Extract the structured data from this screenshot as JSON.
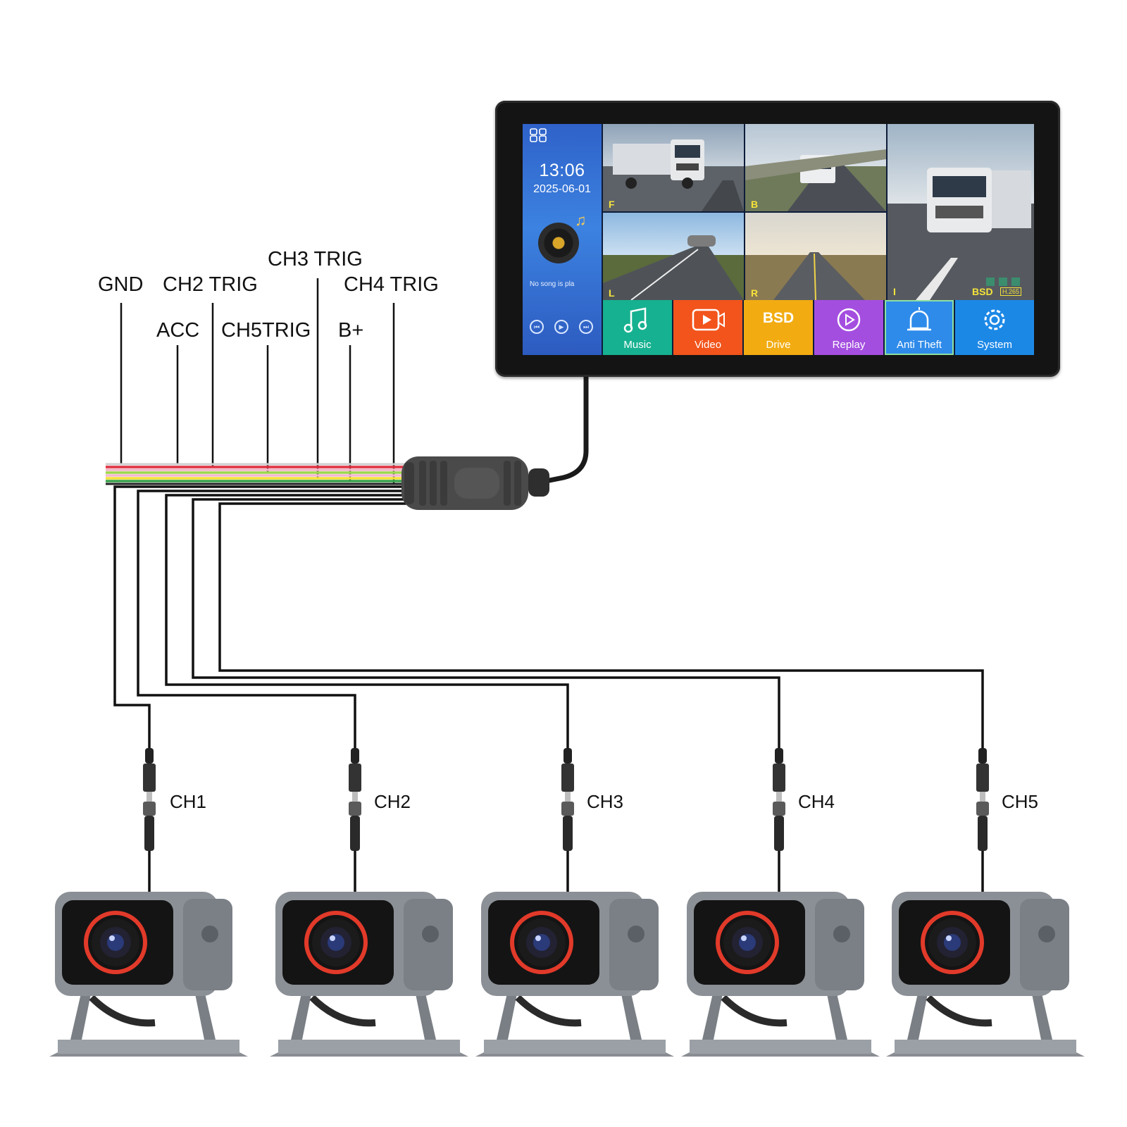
{
  "wiring": {
    "labels": {
      "gnd": "GND",
      "ch2_trig": "CH2 TRIG",
      "acc": "ACC",
      "ch5_trig": "CH5TRIG",
      "ch3_trig": "CH3 TRIG",
      "b_plus": "B+",
      "ch4_trig": "CH4 TRIG"
    },
    "wire_colors": {
      "gnd": "#222222",
      "acc": "#e03040",
      "ch2": "#f2b6c6",
      "ch5": "#9cd84a",
      "ch3": "#f3b8d0",
      "b_plus": "#f3e33a",
      "ch4": "#3aa24a"
    }
  },
  "monitor": {
    "sidebar": {
      "time": "13:06",
      "date": "2025-06-01",
      "song_status": "No song is pla",
      "apps_icon": "grid-apps-icon"
    },
    "views": [
      {
        "label": "F"
      },
      {
        "label": "B"
      },
      {
        "label": "I"
      },
      {
        "label": "L"
      },
      {
        "label": "R"
      }
    ],
    "status_badge": "BSD",
    "codec_badge": "H.265",
    "apps": [
      {
        "label": "Music",
        "icon": "music-note-icon",
        "color": "#16b190"
      },
      {
        "label": "Video",
        "icon": "video-icon",
        "color": "#f2541c"
      },
      {
        "label": "Drive",
        "icon": "bsd-icon",
        "icon_text": "BSD",
        "color": "#f2ac12"
      },
      {
        "label": "Replay",
        "icon": "replay-icon",
        "color": "#a44ee0"
      },
      {
        "label": "Anti Theft",
        "icon": "alarm-icon",
        "color": "#2e8bea"
      },
      {
        "label": "System",
        "icon": "gear-icon",
        "color": "#1c88e6"
      }
    ]
  },
  "cameras": [
    {
      "channel": "CH1"
    },
    {
      "channel": "CH2"
    },
    {
      "channel": "CH3"
    },
    {
      "channel": "CH4"
    },
    {
      "channel": "CH5"
    }
  ]
}
